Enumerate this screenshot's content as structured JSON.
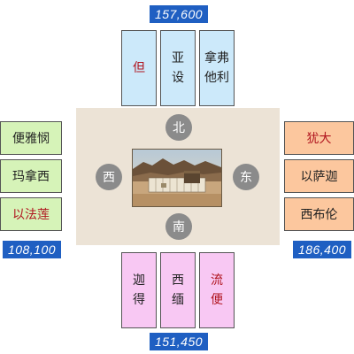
{
  "north": {
    "count": "157,600",
    "tribes": [
      {
        "name": "但",
        "color": "#b0141e"
      },
      {
        "name": "亚设",
        "color": "#222222"
      },
      {
        "name": "拿弗他利",
        "color": "#222222"
      }
    ]
  },
  "south": {
    "count": "151,450",
    "tribes": [
      {
        "name": "迦得",
        "color": "#222222"
      },
      {
        "name": "西缅",
        "color": "#222222"
      },
      {
        "name": "流便",
        "color": "#b0141e"
      }
    ]
  },
  "west": {
    "count": "108,100",
    "tribes": [
      {
        "name": "便雅悯",
        "color": "#222222"
      },
      {
        "name": "玛拿西",
        "color": "#222222"
      },
      {
        "name": "以法莲",
        "color": "#b0141e"
      }
    ]
  },
  "east": {
    "count": "186,400",
    "tribes": [
      {
        "name": "犹大",
        "color": "#b0141e"
      },
      {
        "name": "以萨迦",
        "color": "#222222"
      },
      {
        "name": "西布伦",
        "color": "#222222"
      }
    ]
  },
  "directions": {
    "north": "北",
    "south": "南",
    "west": "西",
    "east": "东"
  },
  "center_image": "tabernacle-in-desert-photo"
}
